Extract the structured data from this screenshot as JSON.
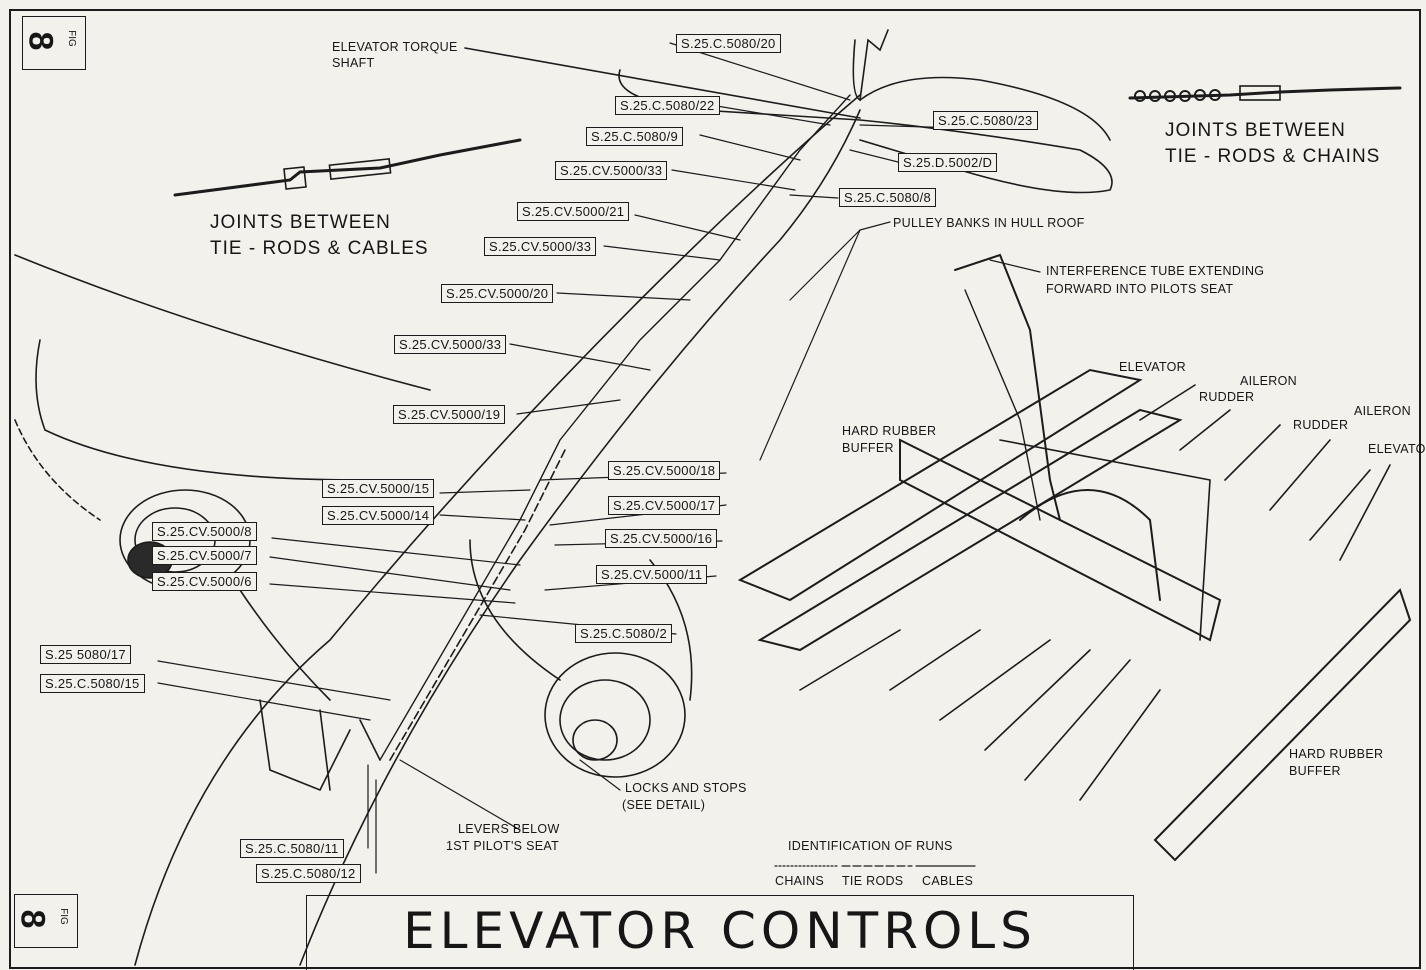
{
  "figure": {
    "number": "8",
    "label": "FIG"
  },
  "title": "ELEVATOR CONTROLS",
  "callouts": {
    "torque_shaft": [
      "ELEVATOR TORQUE",
      "SHAFT"
    ],
    "pulley_banks": "PULLEY BANKS IN HULL ROOF",
    "interference_tube": [
      "INTERFERENCE TUBE EXTENDING",
      "FORWARD INTO PILOTS SEAT"
    ],
    "hard_rubber_buffer_top": [
      "HARD RUBBER",
      "BUFFER"
    ],
    "hard_rubber_buffer_bottom": [
      "HARD RUBBER",
      "BUFFER"
    ],
    "locks_and_stops": [
      "LOCKS AND STOPS",
      "(SEE DETAIL)"
    ],
    "levers_below": [
      "LEVERS BELOW",
      "1ST PILOT'S SEAT"
    ],
    "elevator_1": "ELEVATOR",
    "rudder_1": "RUDDER",
    "aileron_1": "AILERON",
    "rudder_2": "RUDDER",
    "aileron_2": "AILERON",
    "elevator_2": "ELEVATO"
  },
  "insets": {
    "cables": [
      "JOINTS BETWEEN",
      "TIE - RODS & CABLES"
    ],
    "chains": [
      "JOINTS BETWEEN",
      "TIE - RODS & CHAINS"
    ]
  },
  "part_refs": [
    "S.25.C.5080/20",
    "S.25.C.5080/22",
    "S.25.C.5080/23",
    "S.25.C.5080/9",
    "S.25.D.5002/D",
    "S.25.CV.5000/33",
    "S.25.C.5080/8",
    "S.25.CV.5000/21",
    "S.25.CV.5000/33",
    "S.25.CV.5000/20",
    "S.25.CV.5000/33",
    "S.25.CV.5000/19",
    "S.25.CV.5000/18",
    "S.25.CV.5000/15",
    "S.25.CV.5000/17",
    "S.25.CV.5000/14",
    "S.25.CV.5000/16",
    "S.25.CV.5000/8",
    "S.25.CV.5000/7",
    "S.25.CV.5000/11",
    "S.25.CV.5000/6",
    "S.25.C.5080/2",
    "S.25 5080/17",
    "S.25.C.5080/15",
    "S.25.C.5080/11",
    "S.25.C.5080/12"
  ],
  "legend": {
    "heading": "IDENTIFICATION OF RUNS",
    "items": [
      "CHAINS",
      "TIE RODS",
      "CABLES"
    ]
  }
}
